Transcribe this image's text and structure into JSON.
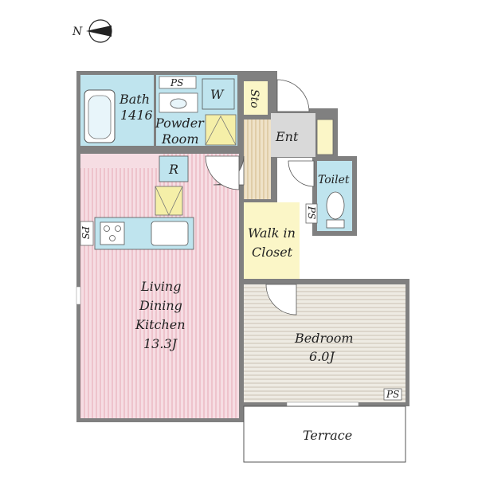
{
  "compass": {
    "letter": "N"
  },
  "rooms": {
    "bath": {
      "line1": "Bath",
      "line2": "1416"
    },
    "powder_room": {
      "line1": "Powder",
      "line2": "Room"
    },
    "washer": {
      "label": "W"
    },
    "ps_top": {
      "label": "PS"
    },
    "storage": {
      "label": "Sto"
    },
    "entrance": {
      "label": "Ent"
    },
    "toilet": {
      "label": "Toilet"
    },
    "ps_toilet": {
      "label": "PS"
    },
    "refrigerator": {
      "label": "R"
    },
    "ps_kitchen": {
      "label": "PS"
    },
    "walk_in_closet": {
      "line1": "Walk in",
      "line2": "Closet"
    },
    "ldk": {
      "line1": "Living",
      "line2": "Dining",
      "line3": "Kitchen",
      "line4": "13.3J"
    },
    "bedroom": {
      "line1": "Bedroom",
      "line2": "6.0J"
    },
    "ps_bedroom": {
      "label": "PS"
    },
    "terrace": {
      "label": "Terrace"
    }
  },
  "colors": {
    "wall": "#808080",
    "ldk_floor": "#f6dde3",
    "ldk_stripe": "#e6a9b5",
    "bedroom_floor": "#eeebe3",
    "bedroom_stripe": "#c9c2b3",
    "entrance_floor": "#efe2c8",
    "entrance_stripe": "#d2b889",
    "wet_area": "#bfe4ee",
    "closet": "#fbf6c7",
    "tile_gray": "#d9d9d9"
  }
}
